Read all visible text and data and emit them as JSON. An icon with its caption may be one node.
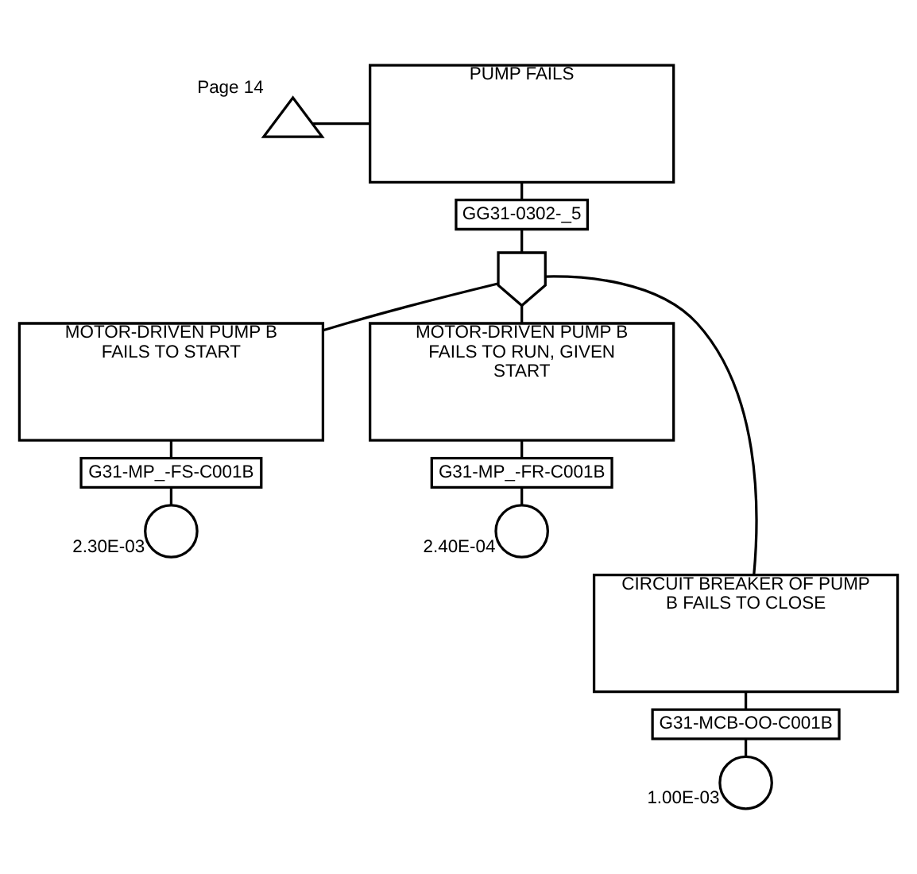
{
  "diagram": {
    "nodes": [
      {
        "text": [
          "PUMP FAILS"
        ]
      },
      {
        "text": [
          "GG31-0302-_5"
        ]
      },
      {
        "text": [],
        "shape": "triangle",
        "beside": [
          "Page 14"
        ]
      },
      {
        "text": [],
        "shape": "gate"
      },
      {
        "text": [
          "MOTOR-DRIVEN PUMP B FAILS TO START"
        ]
      },
      {
        "text": [
          "G31-MP_-FS-C001B"
        ]
      },
      {
        "text": [],
        "shape": "circle",
        "beside": [
          "2.30E-03"
        ]
      },
      {
        "text": [
          "MOTOR-DRIVEN PUMP B FAILS TO RUN, GIVEN START"
        ]
      },
      {
        "text": [
          "G31-MP_-FR-C001B"
        ]
      },
      {
        "text": [],
        "shape": "circle",
        "beside": [
          "2.40E-04"
        ]
      },
      {
        "text": [
          "CIRCUIT BREAKER OF PUMP B FAILS TO CLOSE"
        ]
      },
      {
        "text": [
          "G31-MCB-OO-C001B"
        ]
      },
      {
        "text": [],
        "shape": "circle",
        "beside": [
          "1.00E-03"
        ]
      }
    ],
    "edges": [
      {
        "from": 2,
        "to": 0,
        "arrow": "none"
      },
      {
        "from": 0,
        "to": 1,
        "arrow": "none"
      },
      {
        "from": 1,
        "to": 3,
        "arrow": "none"
      },
      {
        "from": 3,
        "to": 4,
        "arrow": "none"
      },
      {
        "from": 3,
        "to": 7,
        "arrow": "none"
      },
      {
        "from": 3,
        "to": 10,
        "arrow": "none"
      },
      {
        "from": 4,
        "to": 5,
        "arrow": "none"
      },
      {
        "from": 5,
        "to": 6,
        "arrow": "none"
      },
      {
        "from": 7,
        "to": 8,
        "arrow": "none"
      },
      {
        "from": 8,
        "to": 9,
        "arrow": "none"
      },
      {
        "from": 10,
        "to": 11,
        "arrow": "none"
      },
      {
        "from": 11,
        "to": 12,
        "arrow": "none"
      }
    ]
  }
}
